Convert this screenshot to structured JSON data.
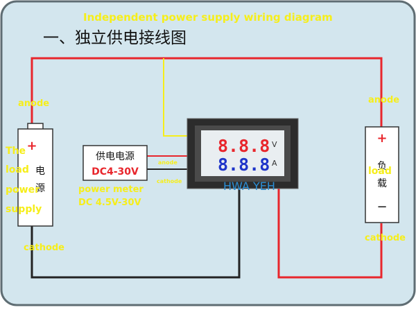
{
  "diagram": {
    "banner_title": "Independent power supply wiring diagram",
    "heading": "一、独立供电接线图",
    "left_supply": {
      "top_label": "anode",
      "plus": "+",
      "cn_char_1": "电",
      "cn_char_2": "源",
      "overlay_1": "The",
      "overlay_2": "load",
      "overlay_3": "power",
      "overlay_4": "supply",
      "bottom_label": "cathode"
    },
    "meter_power": {
      "box_title": "供电电源",
      "box_range": "DC4-30V",
      "caption_1": "power meter",
      "caption_2": "DC 4.5V-30V",
      "wire_anode": "anode",
      "wire_cathode": "cathode"
    },
    "meter": {
      "volt_digits": "8.8.8",
      "volt_unit": "V",
      "amp_digits": "8.8.8",
      "amp_unit": "A",
      "watermark": "HWA YEH"
    },
    "load": {
      "top_label": "anode",
      "plus": "+",
      "cn_char_1": "负",
      "cn_char_2": "载",
      "overlay": "load",
      "minus": "−",
      "bottom_label": "cathode"
    },
    "colors": {
      "red_wire": "#e8262c",
      "black_wire": "#222222",
      "yellow_text": "#f6ee1a",
      "panel_bg": "#d3e6ee",
      "volt_digit": "#e8262c",
      "amp_digit": "#1f35c9"
    }
  }
}
